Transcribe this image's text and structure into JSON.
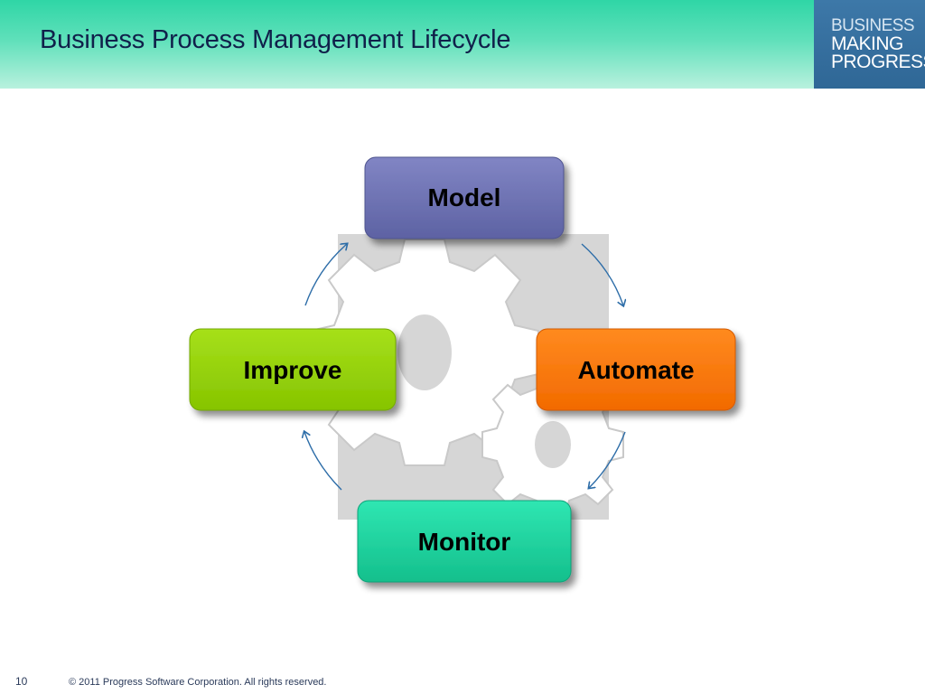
{
  "header": {
    "title": "Business Process Management Lifecycle"
  },
  "logo": {
    "line1": "BUSINESS",
    "line2": "MAKING",
    "line3": "PROGRESS.",
    "colors": {
      "background": "#2f6796",
      "text": "#ffffff"
    }
  },
  "diagram": {
    "nodes": {
      "model": {
        "label": "Model",
        "color": "#6e73b3"
      },
      "automate": {
        "label": "Automate",
        "color": "#ff7a0a"
      },
      "monitor": {
        "label": "Monitor",
        "color": "#1ed6a0"
      },
      "improve": {
        "label": "Improve",
        "color": "#99d400"
      }
    },
    "flow": [
      "Model",
      "Automate",
      "Monitor",
      "Improve"
    ],
    "center_icon": "gears-icon",
    "arrow_icon": "curved-arrow-icon",
    "arrow_color": "#2d6da8"
  },
  "footer": {
    "page_number": "10",
    "copyright": "© 2011 Progress Software Corporation. All rights reserved."
  }
}
